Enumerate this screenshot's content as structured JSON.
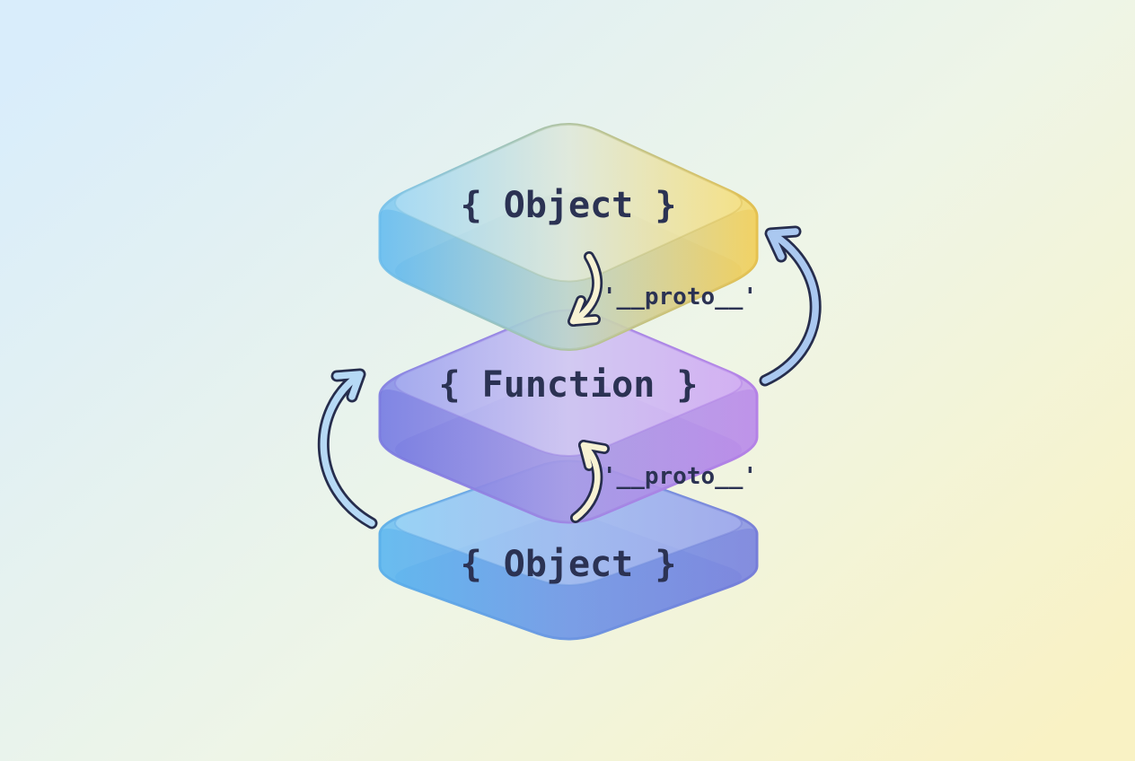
{
  "diagram": {
    "slabs": [
      {
        "id": "object-top",
        "label": "{ Object }"
      },
      {
        "id": "function-middle",
        "label": "{ Function }"
      },
      {
        "id": "object-bottom",
        "label": "{ Object }"
      }
    ],
    "annotations": {
      "proto_top": "'__proto__'",
      "proto_bottom": "'__proto__'"
    },
    "icons": {
      "down_arrow": "curved-arrow-down",
      "up_arrow": "curved-arrow-up",
      "right_arrow": "curved-arrow-up-left-large",
      "left_arrow": "curved-arrow-up-right-large"
    }
  },
  "colors": {
    "text": "#2b3253",
    "outline": "#262d4d",
    "bg_left": "#d9edfb",
    "bg_mid": "#eef5e7",
    "bg_right": "#f9f2c4",
    "s1_left": "#6fc3f2",
    "s1_mid": "#cfe0d8",
    "s1_right": "#f5d458",
    "s1_wall_left": "#55b2ee",
    "s1_wall_mid": "#b4cdc4",
    "s1_wall_right": "#eec74e",
    "s1_face_left": "#b2e0f8",
    "s1_face_mid": "#e7ecdc",
    "s1_face_right": "#f8e388",
    "s1_stroke_left": "#7cc4ec",
    "s1_stroke_right": "#e2c052",
    "s2_left": "#7b82e6",
    "s2_mid": "#b7abee",
    "s2_right": "#c090ee",
    "s2_wall_left": "#6a6ede",
    "s2_wall_mid": "#9f93e2",
    "s2_wall_right": "#b27ee6",
    "s2_face_left": "#aab2f2",
    "s2_face_mid": "#ddd4f6",
    "s2_face_right": "#d9b4f6",
    "s2_stroke_left": "#8886e2",
    "s2_stroke_right": "#b583e6",
    "s3_left": "#62bcf2",
    "s3_mid": "#7aa2ec",
    "s3_right": "#7e88e4",
    "s3_wall_left": "#4fb0ee",
    "s3_wall_mid": "#6b92e4",
    "s3_wall_right": "#7078da",
    "s3_face_left": "#a8dcf8",
    "s3_face_mid": "#b4c8f4",
    "s3_face_right": "#aab2f0",
    "s3_stroke_left": "#64b2e8",
    "s3_stroke_right": "#7a80d8",
    "arrow_cream": "#f7f2d3",
    "arrow_right_blue": "#aac8f0",
    "arrow_left_blue": "#b6d9f5"
  }
}
